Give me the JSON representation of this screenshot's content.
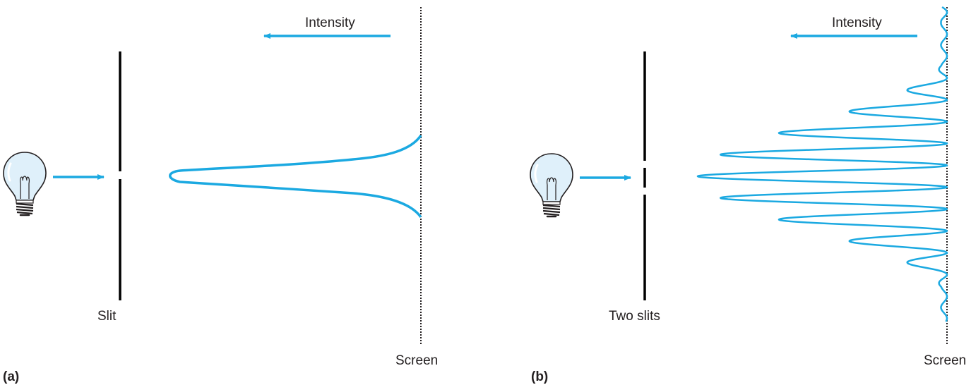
{
  "colors": {
    "accent": "#1ba9e1",
    "ink": "#231f20",
    "bulb_glass": "#dff0fa"
  },
  "panel_a": {
    "label": "(a)",
    "intensity_label": "Intensity",
    "barrier_label": "Slit",
    "screen_label": "Screen",
    "icon": "light-bulb-icon"
  },
  "panel_b": {
    "label": "(b)",
    "intensity_label": "Intensity",
    "barrier_label": "Two slits",
    "screen_label": "Screen",
    "icon": "light-bulb-icon"
  }
}
